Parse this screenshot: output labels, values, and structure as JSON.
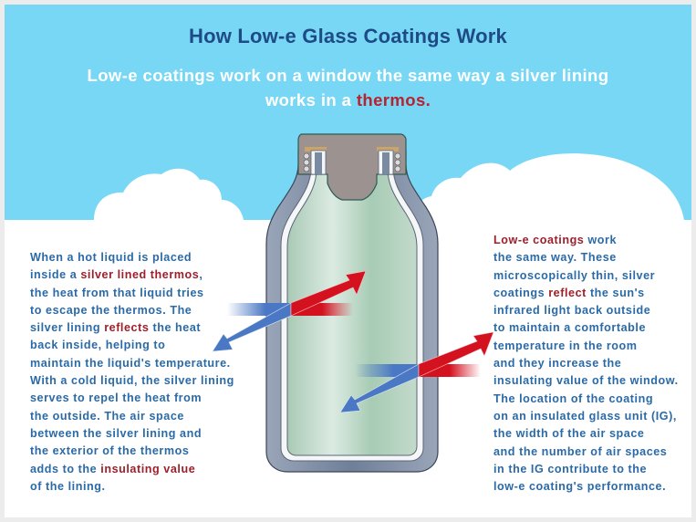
{
  "header": {
    "title": "How Low-e Glass Coatings Work",
    "subtitle_line1": "Low-e coatings work on a window the same way a silver lining",
    "subtitle_line2_prefix": "works in a ",
    "subtitle_line2_highlight": "thermos."
  },
  "left_panel": {
    "lines": [
      {
        "text": "When a hot liquid is placed"
      },
      {
        "pre": "inside a ",
        "em": "silver lined thermos",
        "post": ","
      },
      {
        "text": "the heat from that liquid tries"
      },
      {
        "text": "to escape the thermos. The"
      },
      {
        "pre": "silver lining ",
        "em": "reflects",
        "post": " the heat"
      },
      {
        "text": "back inside, helping to"
      },
      {
        "text": "maintain the liquid's temperature."
      },
      {
        "text": "With a cold liquid, the silver lining"
      },
      {
        "text": "serves to repel the heat from"
      },
      {
        "text": "the outside. The air space"
      },
      {
        "text": "between the silver lining and"
      },
      {
        "text": "the exterior of the thermos"
      },
      {
        "pre": "adds to the ",
        "em": "insulating value",
        "post": ""
      },
      {
        "text": "of the lining."
      }
    ]
  },
  "right_panel": {
    "lines": [
      {
        "pre": "",
        "em": "Low-e coatings",
        "post": " work"
      },
      {
        "text": "the same way. These"
      },
      {
        "text": "microscopically thin, silver"
      },
      {
        "pre": "coatings ",
        "em": "reflect",
        "post": " the sun's"
      },
      {
        "text": "infrared light back outside"
      },
      {
        "text": "to maintain a comfortable"
      },
      {
        "text": "temperature in the room"
      },
      {
        "text": "and they increase the"
      },
      {
        "text": "insulating value of the window."
      },
      {
        "text": "The location of the coating"
      },
      {
        "text": "on an insulated glass unit (IG),"
      },
      {
        "text": "the width of the air space"
      },
      {
        "text": "and the number of air spaces"
      },
      {
        "text": "in the IG contribute to the"
      },
      {
        "text": "low-e coating's performance."
      }
    ]
  },
  "illustration": {
    "subject": "thermos-bottle-cross-section",
    "arrows": [
      {
        "name": "heat-arrow-upper",
        "incoming": "blue",
        "reflected": "red"
      },
      {
        "name": "heat-arrow-lower",
        "incoming": "blue",
        "reflected": "red"
      }
    ]
  },
  "colors": {
    "sky": "#77d7f5",
    "title": "#1e4a86",
    "body_text": "#2a6aa7",
    "emphasis": "#9e1f2a",
    "arrow_blue": "#4a78c4",
    "arrow_red": "#d4111f",
    "bottle_wall": "#7b8aa3",
    "liquid": "#b8d6c4",
    "cap": "#9c9390"
  }
}
